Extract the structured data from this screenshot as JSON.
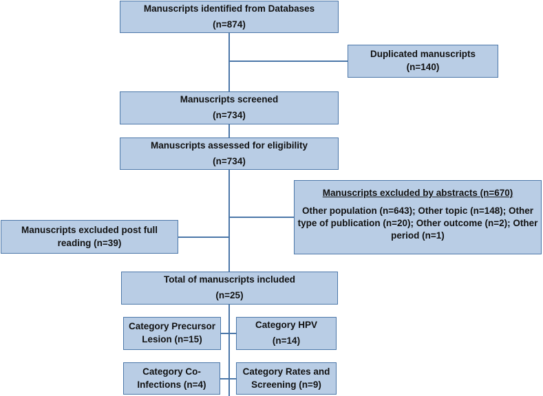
{
  "diagram": {
    "identified": {
      "title": "Manuscripts identified from Databases",
      "count": "(n=874)"
    },
    "duplicated": {
      "title": "Duplicated manuscripts",
      "count": "(n=140)"
    },
    "screened": {
      "title": "Manuscripts screened",
      "count": "(n=734)"
    },
    "eligibility": {
      "title": "Manuscripts assessed for eligibility",
      "count": "(n=734)"
    },
    "excluded_abstracts": {
      "title": "Manuscripts excluded by abstracts (n=670)",
      "details": "Other population (n=643); Other topic (n=148); Other type of publication (n=20); Other outcome (n=2); Other period (n=1)"
    },
    "excluded_full": {
      "title": "Manuscripts excluded post full",
      "count": "reading (n=39)"
    },
    "included": {
      "title": "Total of manuscripts included",
      "count": "(n=25)"
    },
    "categories": [
      {
        "title": "Category Precursor",
        "count": "Lesion (n=15)"
      },
      {
        "title": "Category HPV",
        "count": "(n=14)"
      },
      {
        "title": "Category Co-",
        "count": "Infections (n=4)"
      },
      {
        "title": "Category Rates and",
        "count": "Screening (n=9)"
      }
    ]
  }
}
